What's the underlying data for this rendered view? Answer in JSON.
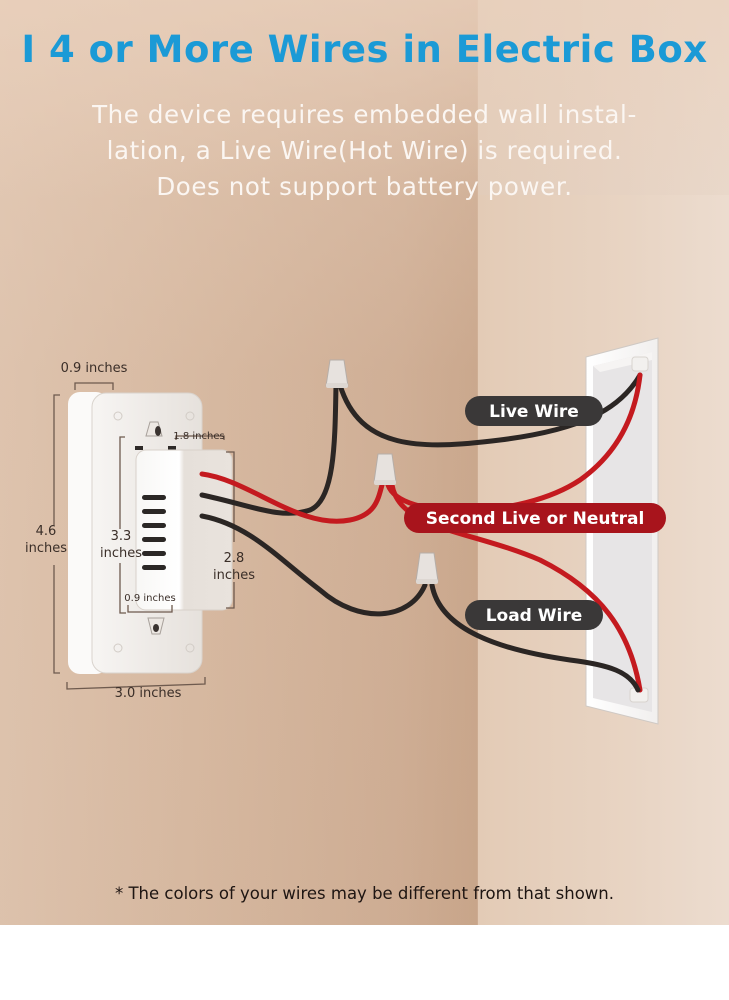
{
  "header": {
    "title": "I 4 or More Wires in Electric Box",
    "subtitle_lines": [
      "The device requires embedded wall instal-",
      "lation, a Live Wire(Hot Wire) is required.",
      "Does not support battery power."
    ]
  },
  "device": {
    "dimensions": {
      "depth_top": "0.9 inches",
      "height_total_value": "4.6",
      "height_total_unit": "inches",
      "inner_height_value": "3.3",
      "inner_height_unit": "inches",
      "module_width": "1.8 inches",
      "module_height_value": "2.8",
      "module_height_unit": "inches",
      "module_depth": "0.9 inches",
      "width_total": "3.0 inches"
    }
  },
  "wire_labels": {
    "live": "Live Wire",
    "second": "Second Live or Neutral",
    "load": "Load Wire"
  },
  "colors": {
    "title_blue": "#1b9ad6",
    "wire_red": "#c41a1f",
    "wire_black": "#2b2624",
    "pill_dark": "#3a3838",
    "pill_red": "#a8141c"
  },
  "footnote": "* The colors of your wires may be different from that shown."
}
